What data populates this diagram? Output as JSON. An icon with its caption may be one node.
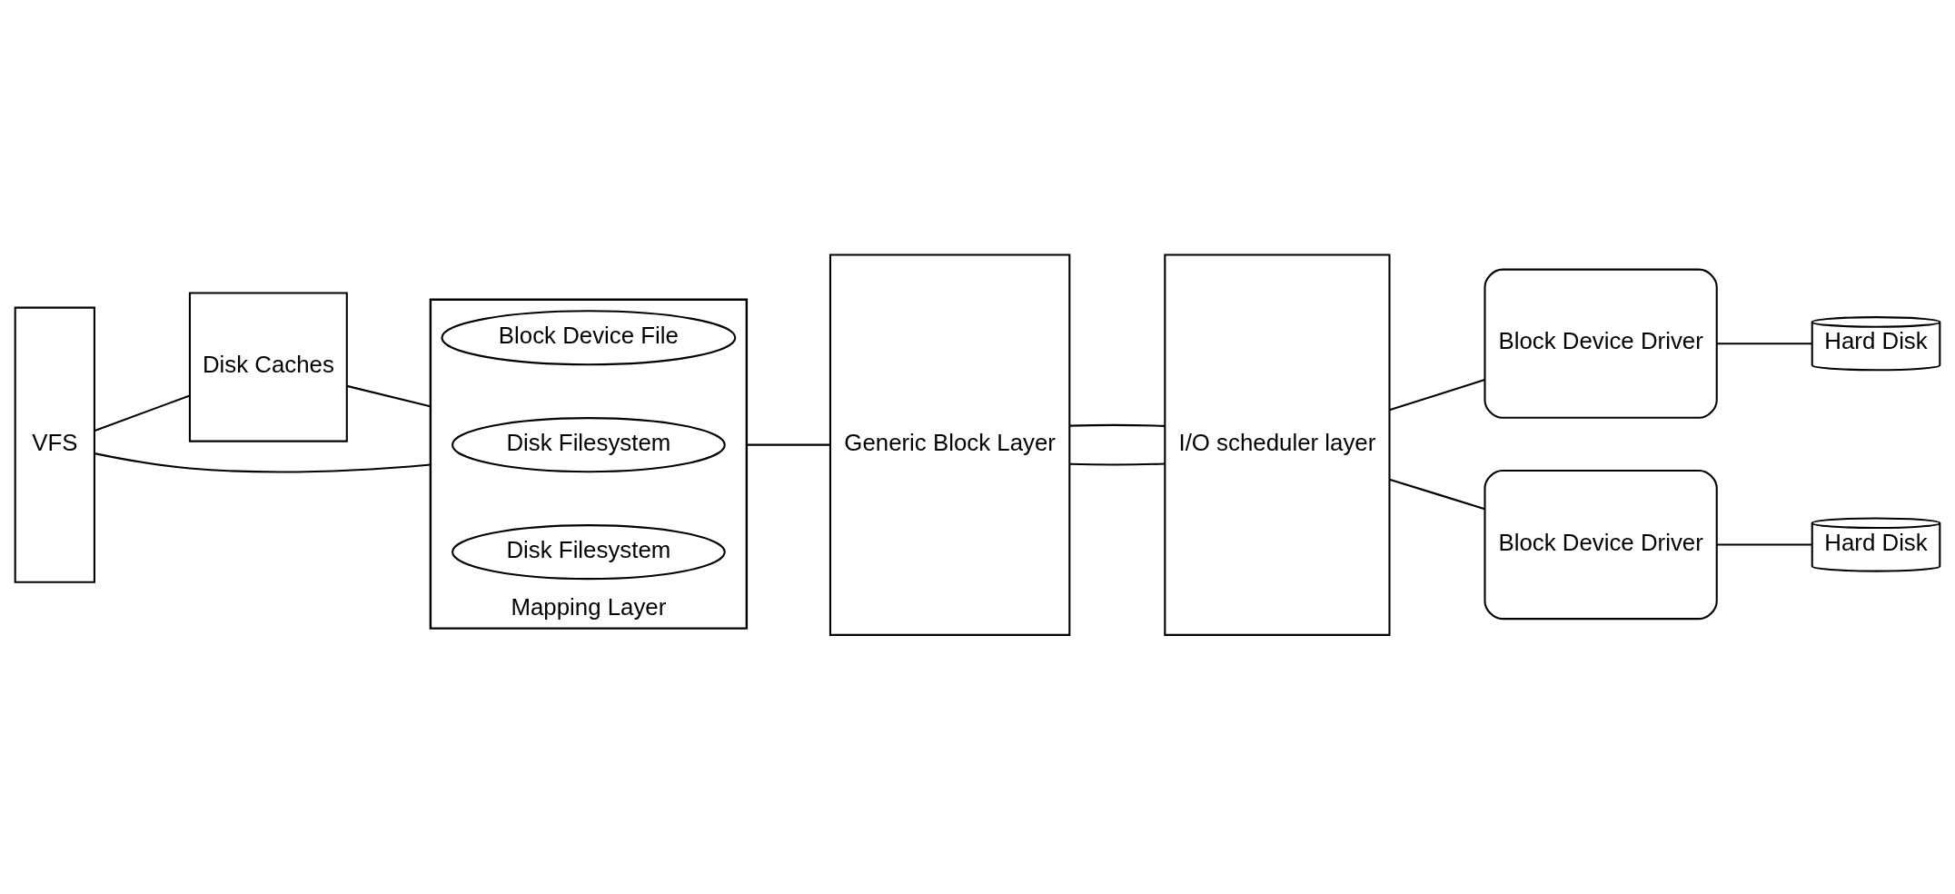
{
  "diagram": {
    "nodes": [
      {
        "text": [
          "VFS"
        ]
      },
      {
        "text": [
          "Disk Caches"
        ]
      },
      {
        "text": [
          "Mapping Layer"
        ]
      },
      {
        "text": [
          "Block Device File"
        ],
        "in": 2
      },
      {
        "text": [
          "Disk Filesystem"
        ],
        "in": 2
      },
      {
        "text": [
          "Disk Filesystem"
        ],
        "in": 2
      },
      {
        "text": [
          "Generic Block Layer"
        ]
      },
      {
        "text": [
          "I/O scheduler layer"
        ]
      },
      {
        "text": [
          "Block Device Driver"
        ]
      },
      {
        "text": [
          "Hard Disk"
        ]
      },
      {
        "text": [
          "Block Device Driver"
        ]
      },
      {
        "text": [
          "Hard Disk"
        ]
      }
    ],
    "edges": [
      {
        "from": 0,
        "to": 2,
        "arrow": "none"
      },
      {
        "from": 0,
        "to": 1,
        "arrow": "none"
      },
      {
        "from": 1,
        "to": 2,
        "arrow": "none"
      },
      {
        "from": 2,
        "to": 6,
        "arrow": "none"
      },
      {
        "from": 6,
        "to": 7,
        "arrow": "none"
      },
      {
        "from": 6,
        "to": 7,
        "arrow": "none"
      },
      {
        "from": 7,
        "to": 8,
        "arrow": "none"
      },
      {
        "from": 8,
        "to": 9,
        "arrow": "none"
      },
      {
        "from": 7,
        "to": 10,
        "arrow": "none"
      },
      {
        "from": 10,
        "to": 11,
        "arrow": "none"
      }
    ]
  }
}
